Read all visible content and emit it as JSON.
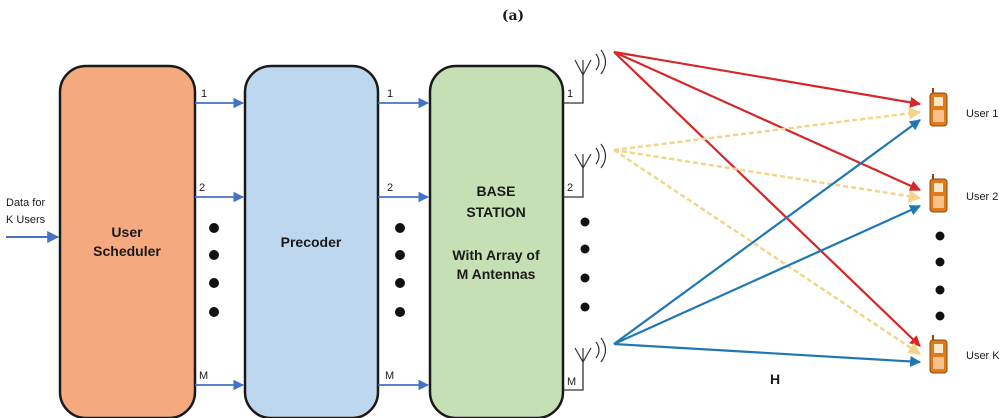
{
  "caption": "(a)",
  "input_label_line1": "Data for",
  "input_label_line2": "K Users",
  "blocks": {
    "scheduler": {
      "line1": "User",
      "line2": "Scheduler",
      "fill": "#f4a97f"
    },
    "precoder": {
      "line1": "Precoder",
      "fill": "#bdd7ee"
    },
    "base_station": {
      "line1": "BASE",
      "line2": "STATION",
      "line3": "With Array of",
      "line4": "M Antennas",
      "fill": "#c5e0b4"
    }
  },
  "stream_labels": {
    "first": "1",
    "second": "2",
    "last": "M"
  },
  "users": [
    "User 1",
    "User 2",
    "User K"
  ],
  "channel_label": "H",
  "colors": {
    "antenna1_links": "#d62728",
    "antenna2_links": "#f2d58a",
    "antennaM_links": "#1f77b4",
    "connector": "#4472c4",
    "phone": "#e07b1a"
  }
}
